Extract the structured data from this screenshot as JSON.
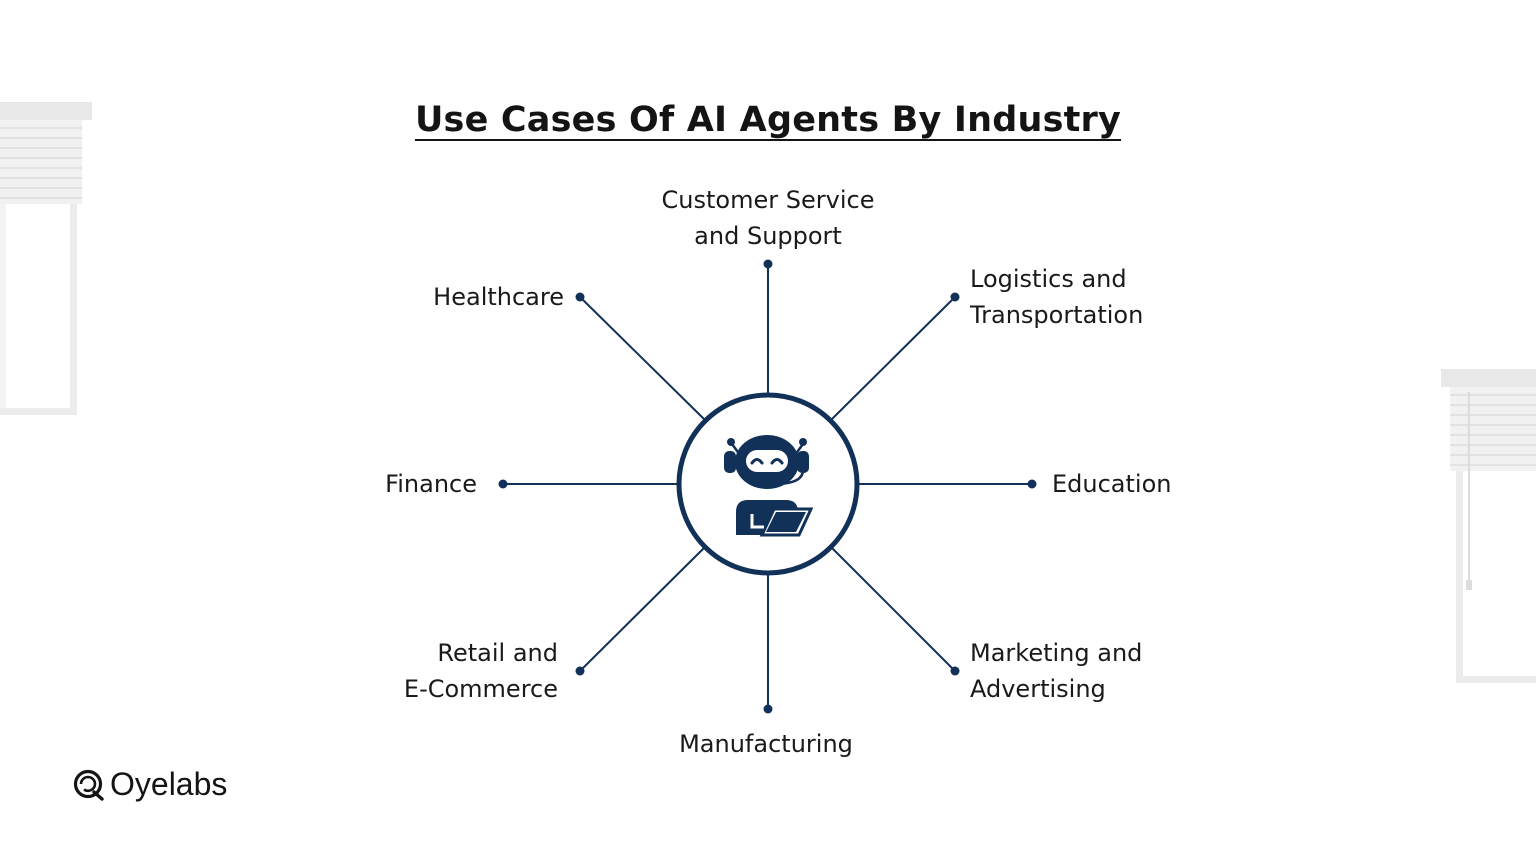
{
  "title": "Use Cases Of AI Agents By Industry",
  "brand": {
    "name": "Oyelabs"
  },
  "colors": {
    "navy": "#123158",
    "text": "#1a1a1a",
    "decor": "#e6e6e6"
  },
  "hub": {
    "icon": "robot-agent-with-headset-and-laptop-icon"
  },
  "items": [
    {
      "id": "customer-service",
      "lines": [
        "Customer Service",
        "and Support"
      ]
    },
    {
      "id": "logistics",
      "lines": [
        "Logistics and",
        "Transportation"
      ]
    },
    {
      "id": "education",
      "lines": [
        "Education"
      ]
    },
    {
      "id": "marketing",
      "lines": [
        "Marketing and",
        "Advertising"
      ]
    },
    {
      "id": "manufacturing",
      "lines": [
        "Manufacturing"
      ]
    },
    {
      "id": "retail",
      "lines": [
        "Retail and",
        "E-Commerce"
      ]
    },
    {
      "id": "finance",
      "lines": [
        "Finance"
      ]
    },
    {
      "id": "healthcare",
      "lines": [
        "Healthcare"
      ]
    }
  ]
}
